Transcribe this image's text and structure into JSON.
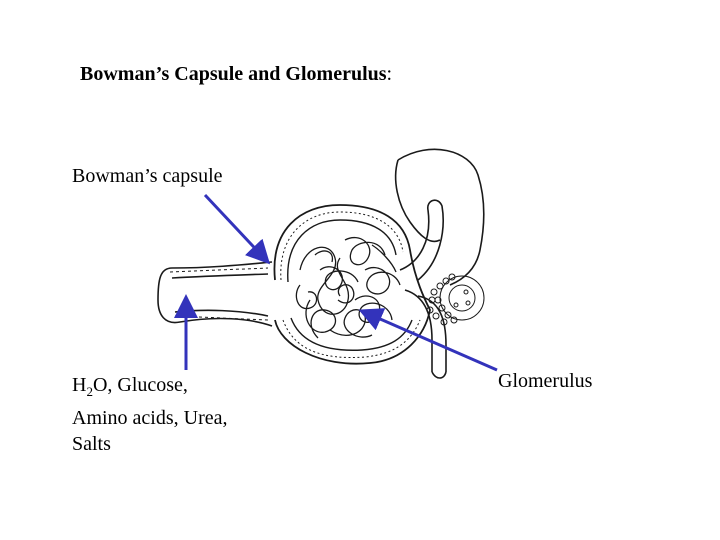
{
  "title": {
    "main": "Bowman’s Capsule and Glomerulus",
    "colon": ":"
  },
  "labels": {
    "bowmans_capsule": "Bowman’s capsule",
    "glomerulus": "Glomerulus",
    "substances": {
      "h": "H",
      "sub2": "2",
      "line1_rest": "O, Glucose,",
      "line2": "Amino acids, Urea,",
      "line3": "Salts"
    }
  },
  "colors": {
    "arrow": "#3333bb",
    "line": "#1a1a1a"
  }
}
